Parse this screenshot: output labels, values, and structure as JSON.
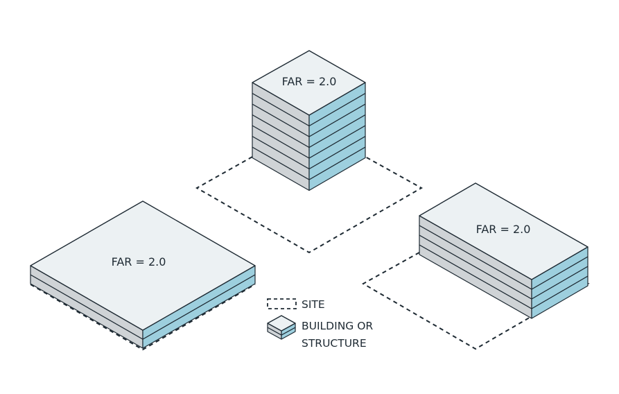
{
  "buildings": [
    {
      "id": "building-wide",
      "label": "FAR = 2.0",
      "floors": 2
    },
    {
      "id": "building-tower",
      "label": "FAR = 2.0",
      "floors": 7
    },
    {
      "id": "building-mid",
      "label": "FAR = 2.0",
      "floors": 4
    }
  ],
  "legend": {
    "site_label": "SITE",
    "building_label_line1": "BUILDING OR",
    "building_label_line2": "STRUCTURE"
  }
}
